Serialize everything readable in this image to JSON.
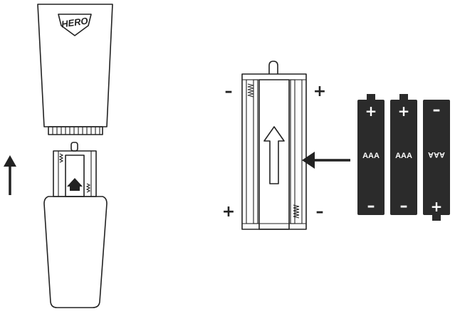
{
  "logo": {
    "text": "HERO"
  },
  "polarity": {
    "minus_top": "–",
    "plus_top": "+",
    "plus_bottom": "+",
    "minus_bottom": "–"
  },
  "batteries": [
    {
      "label": "AAA",
      "top_sign": "+",
      "bottom_sign": "–",
      "flipped": false
    },
    {
      "label": "AAA",
      "top_sign": "+",
      "bottom_sign": "–",
      "flipped": false
    },
    {
      "label": "AAA",
      "top_sign": "–",
      "bottom_sign": "+",
      "flipped": true
    }
  ],
  "colors": {
    "line": "#222222",
    "battery": "#2b2b2b",
    "background": "#ffffff"
  }
}
